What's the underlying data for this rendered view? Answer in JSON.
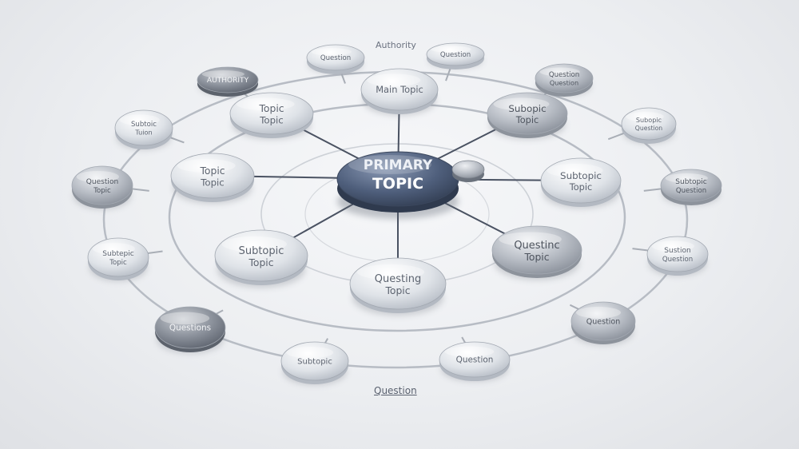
{
  "captions": {
    "top": "Authority",
    "bottom": "Question"
  },
  "center": {
    "line1": "PRIMARY",
    "line2": "TOPIC",
    "color": "#4f5f7c"
  },
  "nodes": [
    {
      "line1": "Question",
      "line2": "",
      "tone": "light"
    },
    {
      "line1": "Question",
      "line2": "",
      "tone": "light"
    },
    {
      "line1": "Question",
      "line2": "Question",
      "tone": "mid"
    },
    {
      "line1": "Subopic",
      "line2": "Question",
      "tone": "light"
    },
    {
      "line1": "Subtopic",
      "line2": "Question",
      "tone": "mid"
    },
    {
      "line1": "Sustion",
      "line2": "Question",
      "tone": "light"
    },
    {
      "line1": "Question",
      "line2": "",
      "tone": "mid"
    },
    {
      "line1": "Question",
      "line2": "",
      "tone": "light"
    },
    {
      "line1": "Subtopic",
      "line2": "",
      "tone": "light"
    },
    {
      "line1": "Questions",
      "line2": "",
      "tone": "dark"
    },
    {
      "line1": "Subtepic",
      "line2": "Topic",
      "tone": "light"
    },
    {
      "line1": "Question",
      "line2": "Topic",
      "tone": "mid"
    },
    {
      "line1": "Subtoic",
      "line2": "Tuion",
      "tone": "light"
    },
    {
      "line1": "AUTHORITY",
      "line2": "",
      "tone": "dark"
    },
    {
      "line1": "Main Topic",
      "line2": "",
      "tone": "light"
    },
    {
      "line1": "Subopic",
      "line2": "Topic",
      "tone": "mid"
    },
    {
      "line1": "Subtopic",
      "line2": "Topic",
      "tone": "light"
    },
    {
      "line1": "Questinc",
      "line2": "Topic",
      "tone": "mid"
    },
    {
      "line1": "Questing",
      "line2": "Topic",
      "tone": "light"
    },
    {
      "line1": "Subtopic",
      "line2": "Topic",
      "tone": "light"
    },
    {
      "line1": "Topic",
      "line2": "Topic",
      "tone": "light"
    },
    {
      "line1": "Topic",
      "line2": "Topic",
      "tone": "light"
    }
  ],
  "tones": {
    "light": "#dfe3e8",
    "mid": "#b9bec6",
    "dark": "#8c929c"
  }
}
